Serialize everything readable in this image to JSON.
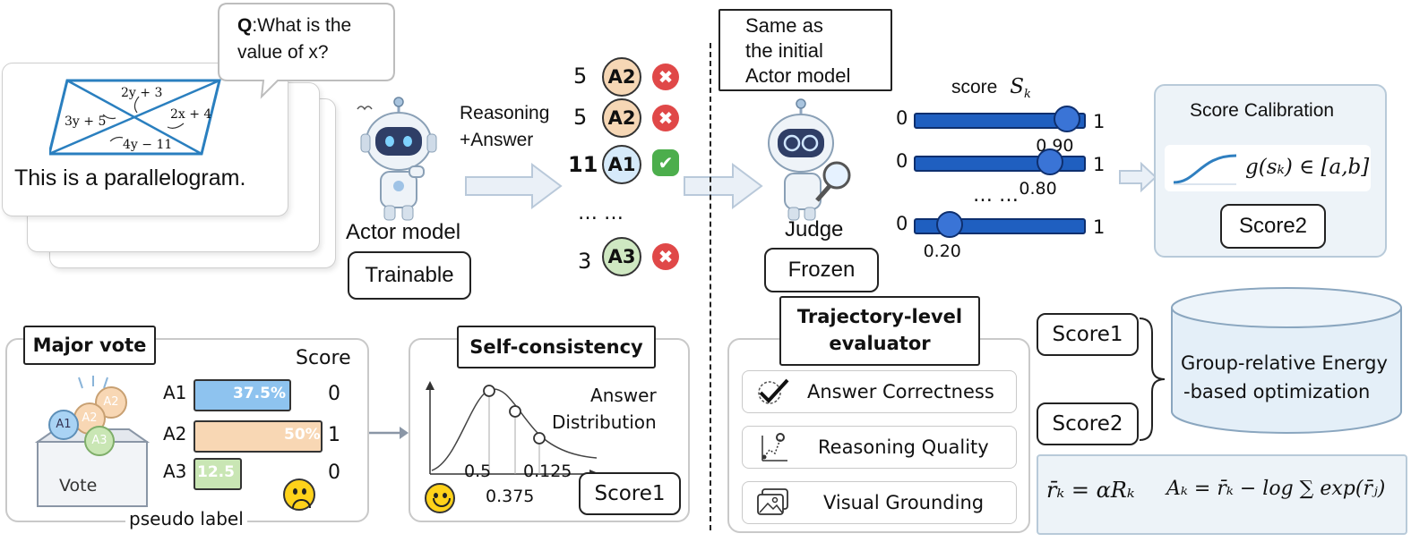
{
  "question": {
    "prefix": "Q",
    "text": ":What is the value of x?",
    "line1": ":What is the",
    "line2": "value of x?"
  },
  "figure": {
    "caption": "This is a parallelogram.",
    "labels": [
      "2y + 3",
      "2x + 4",
      "3y + 5",
      "4y − 11"
    ]
  },
  "actor": {
    "name": "Actor model",
    "status": "Trainable"
  },
  "reasoning_label": {
    "line1": "Reasoning",
    "line2": "+Answer"
  },
  "answers": [
    {
      "value": "5",
      "label": "A2",
      "correct": false
    },
    {
      "value": "5",
      "label": "A2",
      "correct": false
    },
    {
      "value": "11",
      "label": "A1",
      "correct": true
    },
    {
      "value": "3",
      "label": "A3",
      "correct": false
    }
  ],
  "ellipsis": "… …",
  "judge_note": {
    "line1": "Same as",
    "line2": "the initial",
    "line3": "Actor model"
  },
  "judge": {
    "name": "Judge",
    "status": "Frozen"
  },
  "score_header": {
    "word": "score",
    "symbol": "S",
    "sub": "k"
  },
  "sliders": [
    {
      "min": "0",
      "max": "1",
      "value": 0.9,
      "label": "0.90"
    },
    {
      "min": "0",
      "max": "1",
      "value": 0.8,
      "label": "0.80"
    },
    {
      "min": "0",
      "max": "1",
      "value": 0.2,
      "label": "0.20"
    }
  ],
  "slider_ellipsis": "… …",
  "calibration": {
    "title": "Score Calibration",
    "formula": "g(sₖ) ∈ [a,b]",
    "output": "Score2"
  },
  "major_vote": {
    "title": "Major vote",
    "score_header": "Score",
    "bars": [
      {
        "label": "A1",
        "value": 37.5,
        "text": "37.5%",
        "score": "0",
        "color": "#8ec3ef"
      },
      {
        "label": "A2",
        "value": 50,
        "text": "50%",
        "score": "1",
        "color": "#f8d7b4"
      },
      {
        "label": "A3",
        "value": 12.5,
        "text": "12.5",
        "score": "0",
        "color": "#c9e6b4"
      }
    ],
    "ballots": [
      "A1",
      "A2",
      "A2",
      "A3"
    ],
    "vote_label": "Vote",
    "footer": "pseudo label"
  },
  "self_consistency": {
    "title": "Self-consistency",
    "dist_line1": "Answer",
    "dist_line2": "Distribution",
    "ticks": [
      "0.5",
      "0.125",
      "0.375"
    ],
    "output": "Score1"
  },
  "evaluator": {
    "title_line1": "Trajectory-level",
    "title_line2": "evaluator",
    "items": [
      {
        "label": "Answer Correctness",
        "icon": "checkmark-icon"
      },
      {
        "label": "Reasoning Quality",
        "icon": "path-pin-icon"
      },
      {
        "label": "Visual Grounding",
        "icon": "image-icon"
      }
    ]
  },
  "inputs": {
    "score1": "Score1",
    "score2": "Score2"
  },
  "optimization": {
    "line1": "Group-relative Energy",
    "line2": "-based optimization"
  },
  "equation": {
    "part1": "r̄ₖ = αRₖ",
    "part2": "Aₖ = r̄ₖ − log ∑ exp(r̄ⱼ)"
  }
}
